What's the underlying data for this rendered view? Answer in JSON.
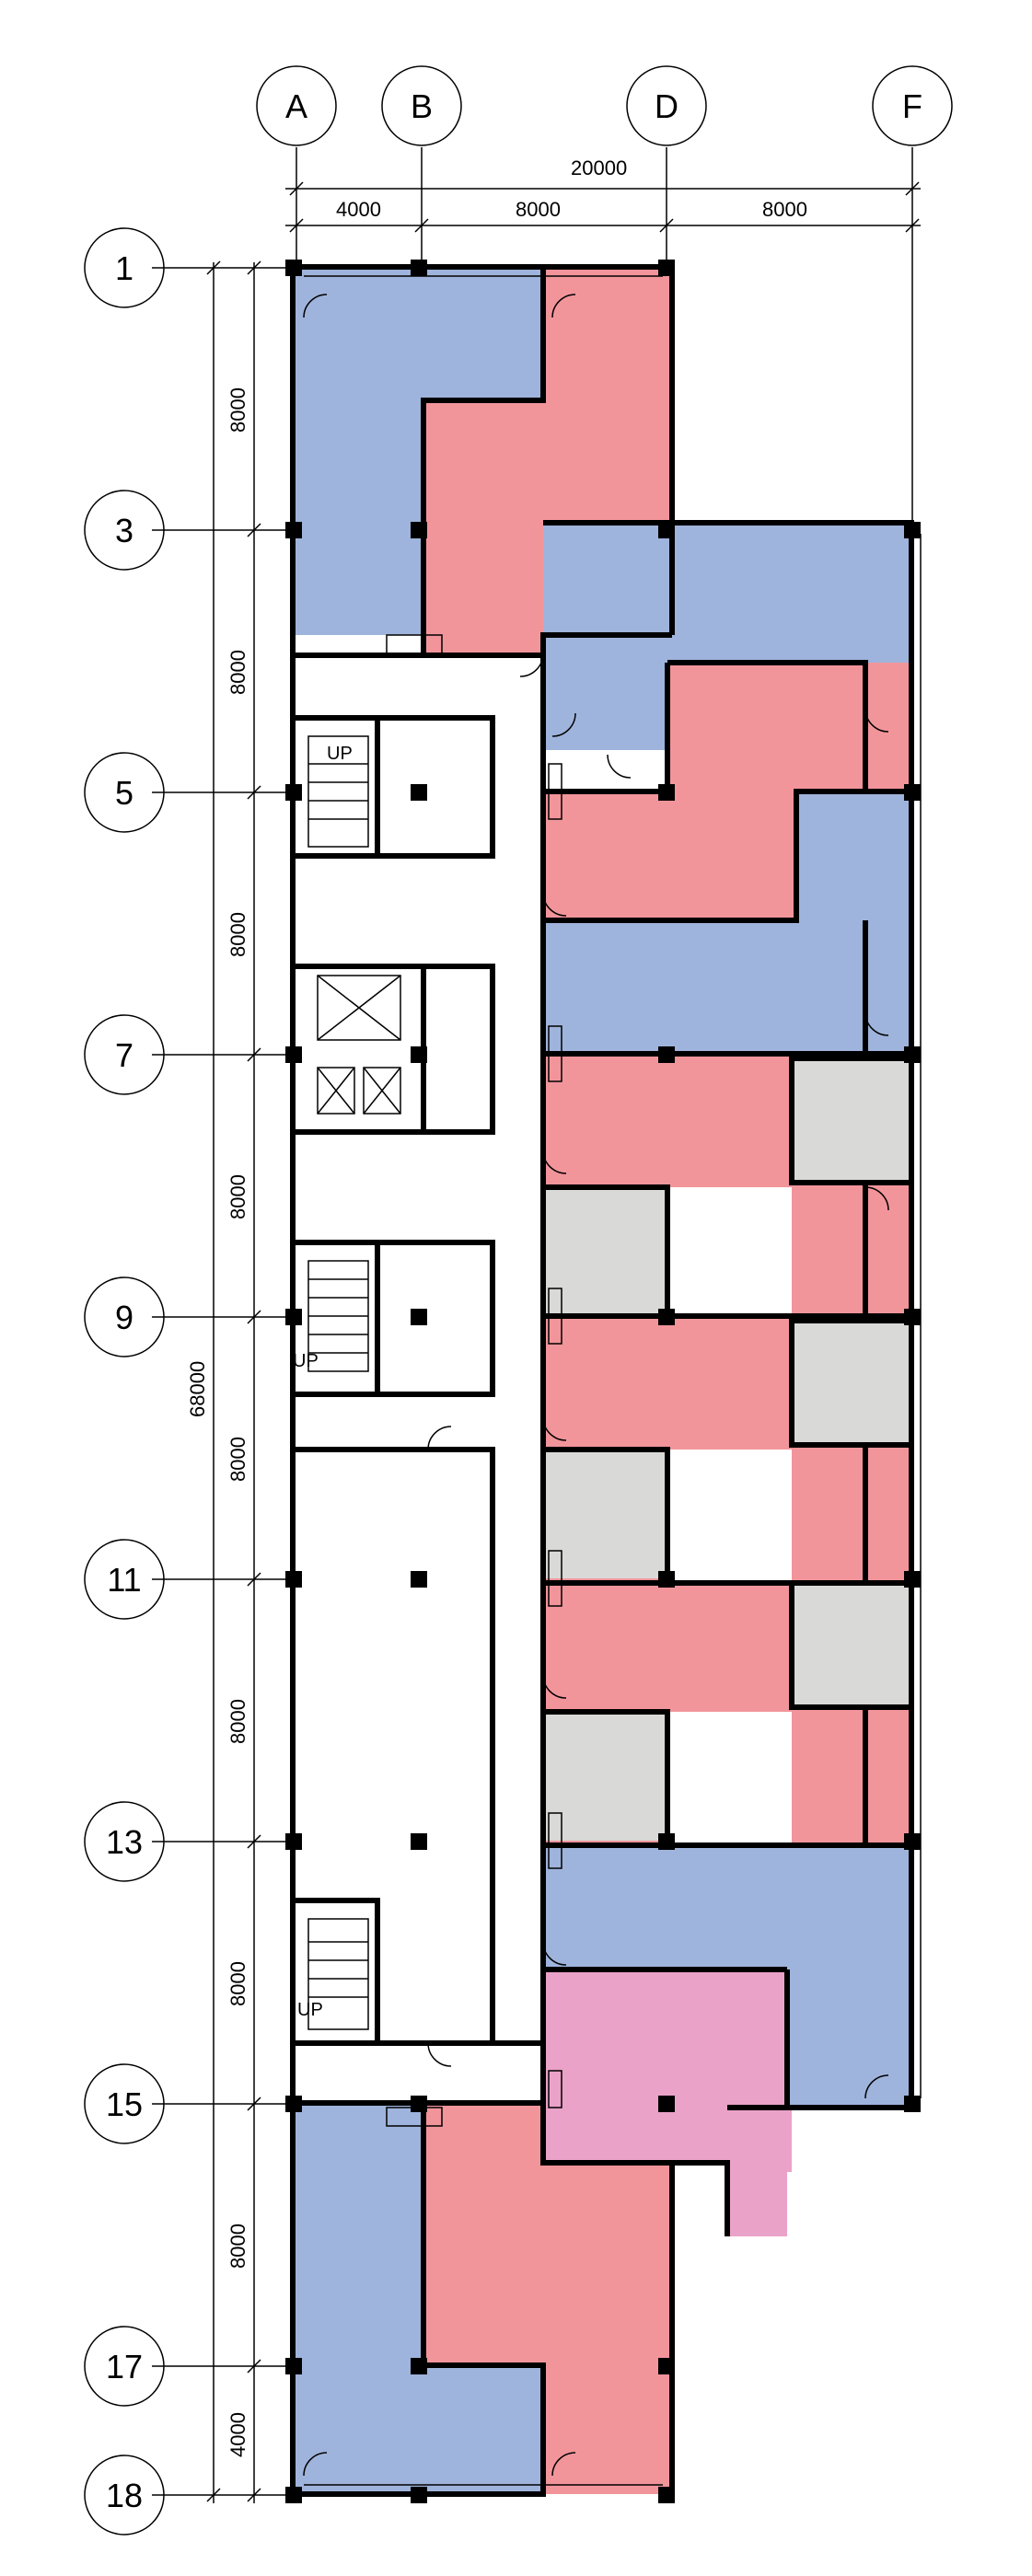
{
  "grid": {
    "columns": [
      "A",
      "B",
      "D",
      "F"
    ],
    "rows": [
      "1",
      "3",
      "5",
      "7",
      "9",
      "11",
      "13",
      "15",
      "17",
      "18"
    ]
  },
  "dimensions": {
    "overall_width": "20000",
    "top_segments": [
      "4000",
      "8000",
      "8000"
    ],
    "overall_height": "68000",
    "left_segments": [
      "8000",
      "8000",
      "8000",
      "8000",
      "8000",
      "8000",
      "8000",
      "8000",
      "4000"
    ]
  },
  "labels": {
    "stair_up": "UP"
  },
  "colors": {
    "unit_blue": "#9fb4dc",
    "unit_red": "#f2959b",
    "unit_pink": "#eba2c8",
    "service_gray": "#d9d9d7",
    "wall": "#000000"
  }
}
